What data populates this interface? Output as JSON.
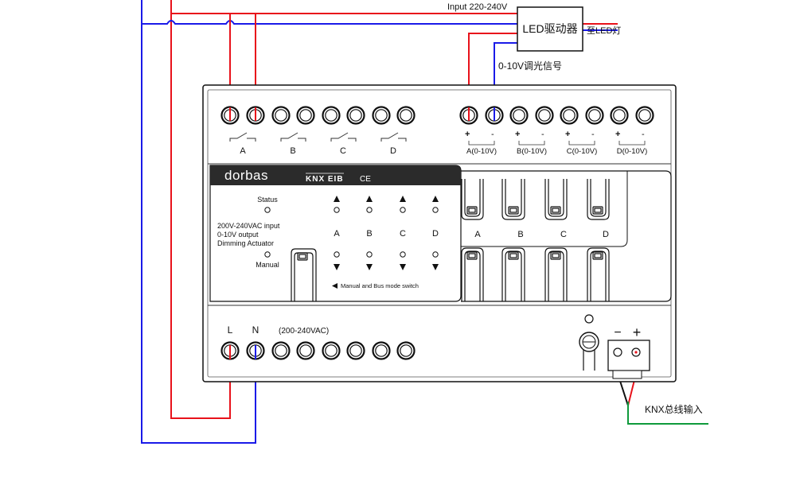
{
  "wiring": {
    "input_label": "Input 220-240V",
    "signal_label": "0-10V调光信号",
    "knx_bus_label": "KNX总线输入",
    "colors": {
      "live": "#e8121b",
      "neutral": "#1a1ae8",
      "earth": "#0f9a3c",
      "ink": "#111111"
    }
  },
  "led_driver": {
    "label": "LED驱动器",
    "output_label": "至LED灯"
  },
  "device": {
    "brand": "dorbas",
    "bus_logo": "KNX EIB",
    "cert_mark": "CE",
    "status_label": "Status",
    "manual_label": "Manual",
    "description_lines": [
      "200V-240VAC input",
      "0-10V output",
      "Dimming Actuator"
    ],
    "mode_switch_label": "Manual and Bus mode switch",
    "channels": [
      "A",
      "B",
      "C",
      "D"
    ],
    "dim_channels": [
      "A(0-10V)",
      "B(0-10V)",
      "C(0-10V)",
      "D(0-10V)"
    ],
    "polarity": {
      "plus": "+",
      "minus": "-"
    },
    "power": {
      "l_label": "L",
      "n_label": "N",
      "voltage_label": "(200-240VAC)"
    },
    "knx_polarity": {
      "minus": "−",
      "plus": "+"
    }
  }
}
